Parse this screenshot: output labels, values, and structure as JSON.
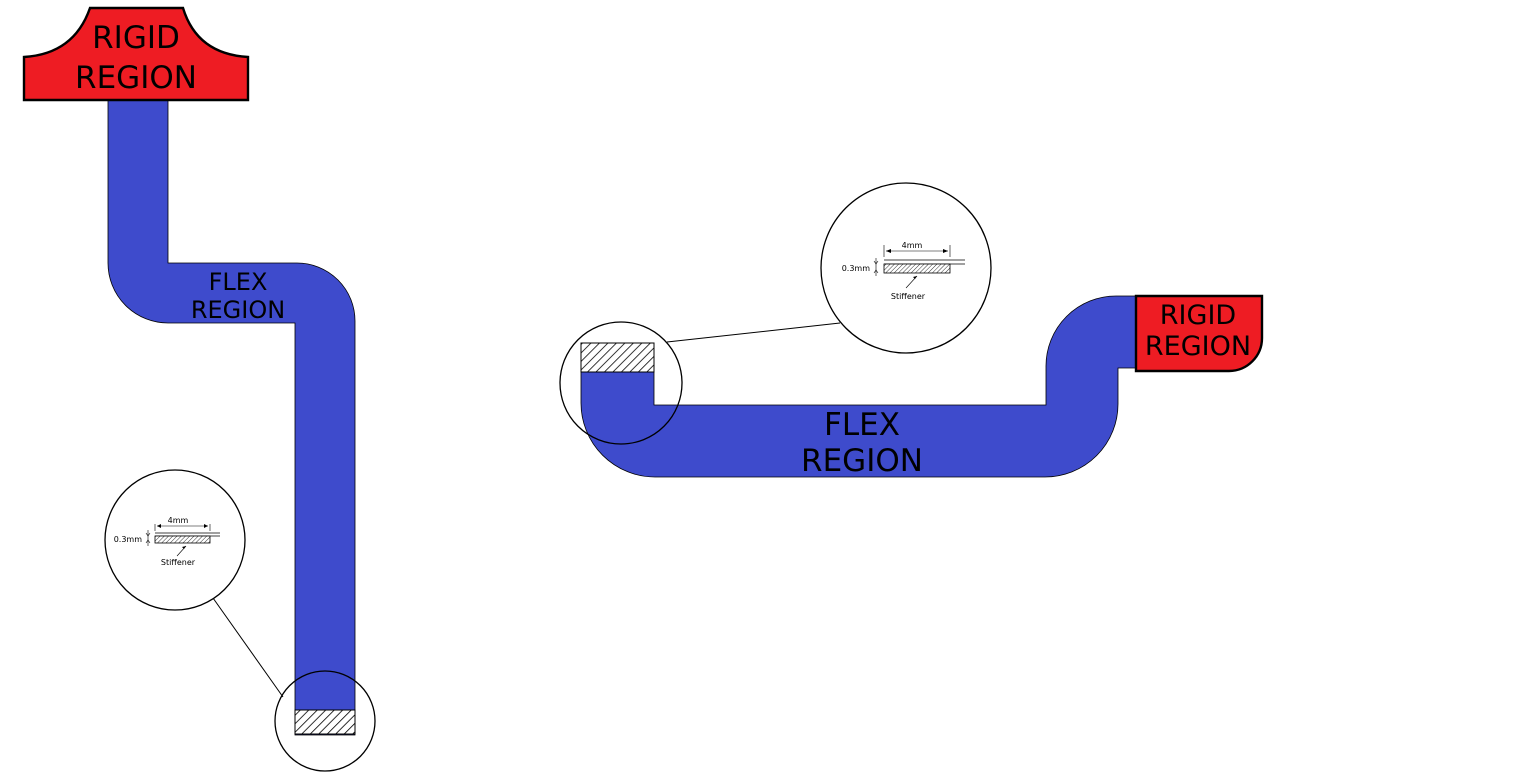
{
  "colors": {
    "flex": "#3e4bcc",
    "rigid": "#ee1c23",
    "outline": "#000000",
    "background": "#ffffff"
  },
  "left_assembly": {
    "rigid_label_line1": "RIGID",
    "rigid_label_line2": "REGION",
    "flex_label_line1": "FLEX",
    "flex_label_line2": "REGION",
    "detail": {
      "length_label": "4mm",
      "thickness_label": "0.3mm",
      "part_label": "Stiffener"
    }
  },
  "right_assembly": {
    "rigid_label_line1": "RIGID",
    "rigid_label_line2": "REGION",
    "flex_label_line1": "FLEX",
    "flex_label_line2": "REGION",
    "detail": {
      "length_label": "4mm",
      "thickness_label": "0.3mm",
      "part_label": "Stiffener"
    }
  }
}
